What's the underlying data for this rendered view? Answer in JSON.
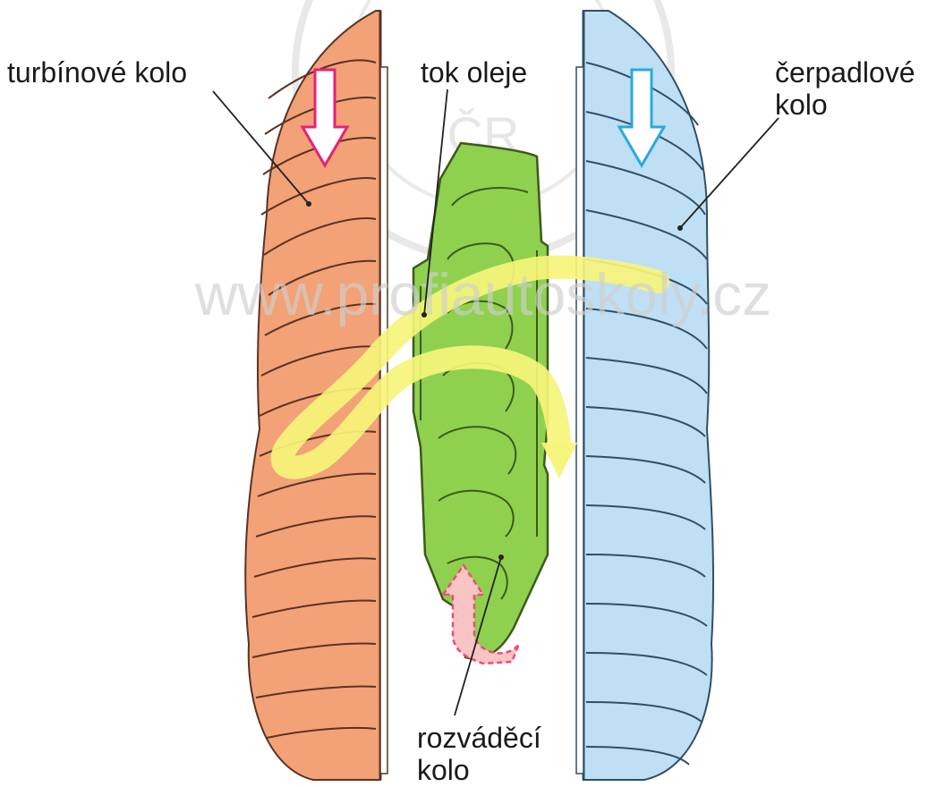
{
  "labels": {
    "turbine": "turbínové kolo",
    "oil_flow": "tok oleje",
    "pump_line1": "čerpadlové",
    "pump_line2": "kolo",
    "stator_line1": "rozváděcí",
    "stator_line2": "kolo"
  },
  "watermark": {
    "url": "www.profiautoskoly.cz",
    "seal_text": "ČR"
  },
  "colors": {
    "turbine_fill": "#f2a276",
    "turbine_stroke": "#5a3326",
    "pump_fill": "#bfe0f4",
    "pump_stroke": "#2f4f66",
    "stator_fill": "#8fd14f",
    "stator_stroke": "#3c5a1c",
    "oil_flow": "#f6f47a",
    "arrow_turbine": "#e8207a",
    "arrow_pump": "#2aa8e0",
    "arrow_stator": "#ef8aa8",
    "watermark": "#d9d9d9"
  }
}
